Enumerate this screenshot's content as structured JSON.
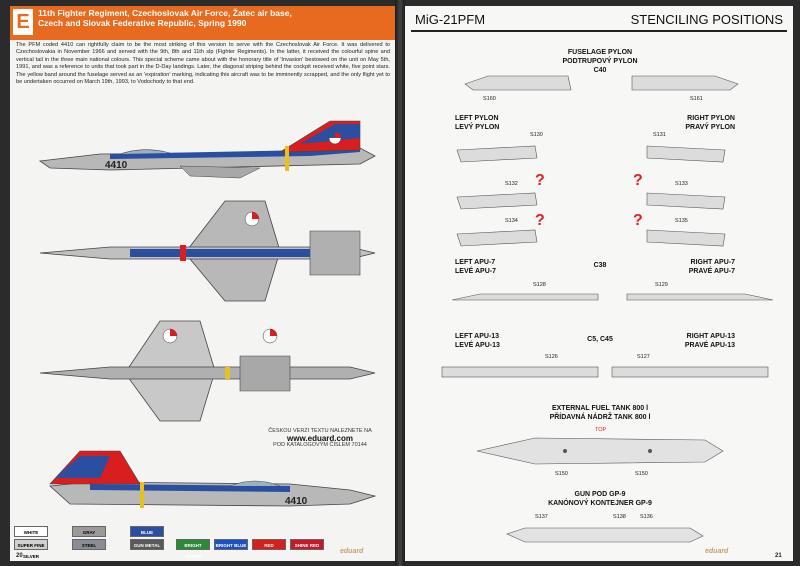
{
  "left_page": {
    "variant_letter": "E",
    "title_lines": [
      "11th Fighter Regiment, Czechoslovak Air Force, Žatec air base,",
      "Czech and Slovak Federative Republic, Spring 1990"
    ],
    "description": "The PFM coded 4410 can rightfully claim to be the most striking of this version to serve with the Czechoslovak Air Force. It was delivered to Czechoslovakia in November 1966 and served with the 9th, 8th and 11th slp (Fighter Regiments). In the latter, it received the colourful spine and vertical tail in the three main national colours. This special scheme came about with the honorary title of 'Invasion' bestowed on the unit on May 5th, 1991, and was a reference to units that took part in the D-Day landings. Later, the diagonal striping behind the cockpit received white, five point stars. The yellow band around the fuselage served as an 'expiration' marking, indicating this aircraft was to be imminently scrapped, and the only flight yet to be undertaken occurred on March 19th, 1993, to Vodochody to that end.",
    "aircraft_code": "4410",
    "web_note_line1": "ČESKOU VERZI TEXTU NALEZNETE NA",
    "web_url": "www.eduard.com",
    "web_note_line2": "POD KATALOGOVÝM ČÍSLEM 70144",
    "swatches": [
      {
        "label": "WHITE",
        "color": "#ffffff"
      },
      {
        "label": "GRAY",
        "color": "#9a9a9a"
      },
      {
        "label": "BLUE",
        "color": "#2a4fa0"
      },
      {
        "label": "SUPER FINE SILVER",
        "color": "#d0d0d0"
      },
      {
        "label": "STEEL",
        "color": "#8a8e94"
      },
      {
        "label": "GUN METAL",
        "color": "#5a5a5a"
      },
      {
        "label": "BRIGHT GREEN",
        "color": "#2a8a3a"
      },
      {
        "label": "BRIGHT BLUE",
        "color": "#1f4fc4"
      },
      {
        "label": "RED",
        "color": "#d81e1e"
      },
      {
        "label": "SHINE RED",
        "color": "#c41a2a"
      }
    ],
    "page_number": "20",
    "logo": "eduard"
  },
  "right_page": {
    "model": "MiG-21PFM",
    "heading": "STENCILING POSITIONS",
    "groups": {
      "fuselage_pylon": {
        "title": "FUSELAGE PYLON",
        "subtitle": "PODTRUPOVÝ PYLON",
        "code": "C40",
        "stencils": [
          "S160",
          "S161"
        ]
      },
      "left_pylon": {
        "title": "LEFT PYLON",
        "subtitle": "LEVÝ PYLON",
        "stencils": [
          "S130",
          "S132",
          "S134"
        ]
      },
      "right_pylon": {
        "title": "RIGHT PYLON",
        "subtitle": "PRAVÝ PYLON",
        "stencils": [
          "S131",
          "S133",
          "S135"
        ]
      },
      "left_apu7": {
        "title": "LEFT APU-7",
        "subtitle": "LEVÉ APU-7",
        "stencils": [
          "S128"
        ]
      },
      "right_apu7": {
        "title": "RIGHT APU-7",
        "subtitle": "PRAVÉ APU-7",
        "stencils": [
          "S129"
        ]
      },
      "apu7_code": "C38",
      "left_apu13": {
        "title": "LEFT APU-13",
        "subtitle": "LEVÉ APU-13",
        "stencils": [
          "S126"
        ]
      },
      "right_apu13": {
        "title": "RIGHT APU-13",
        "subtitle": "PRAVÉ APU-13",
        "stencils": [
          "S127"
        ]
      },
      "apu13_code": "C5, C45",
      "fuel_tank": {
        "title": "EXTERNAL FUEL TANK 800 l",
        "subtitle": "PŘÍDAVNÁ NÁDRŽ TANK 800 l",
        "top_label": "TOP",
        "stencils": [
          "S150",
          "S150"
        ]
      },
      "gun_pod": {
        "title": "GUN POD GP-9",
        "subtitle": "KANÓNOVÝ KONTEJNER GP-9",
        "stencils": [
          "S137",
          "S138",
          "S136"
        ]
      }
    },
    "question_mark": "?",
    "page_number": "21",
    "logo": "eduard"
  },
  "colors": {
    "header_orange": "#e86a1e",
    "red": "#d81e1e",
    "blue": "#2a4fa0",
    "yellow": "#e8c020"
  }
}
